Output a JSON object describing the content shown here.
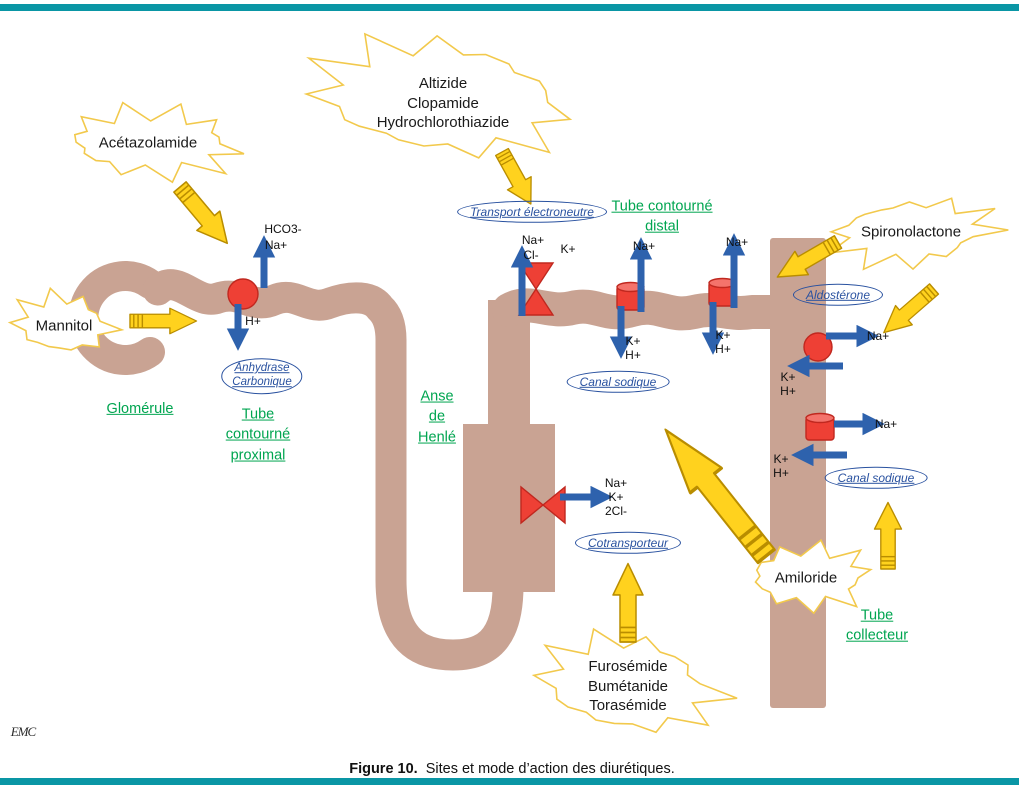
{
  "colors": {
    "teal": "#0a96a5",
    "nephron_tan": "#c9a393",
    "arrow_yellow": "#ffd21e",
    "ion_arrow_blue": "#2e62ad",
    "channel_red": "#ee4035",
    "segment_green": "#00a550",
    "mechanism_blue": "#2a52a0"
  },
  "drugs": {
    "acetazolamide": "Acétazolamide",
    "thiazide_1": "Altizide",
    "thiazide_2": "Clopamide",
    "thiazide_3": "Hydrochlorothiazide",
    "mannitol": "Mannitol",
    "spironolactone": "Spironolactone",
    "amiloride": "Amiloride",
    "loop_1": "Furosémide",
    "loop_2": "Bumétanide",
    "loop_3": "Torasémide"
  },
  "mechanisms": {
    "transport_electroneutre": "Transport électroneutre",
    "anhydrase_1": "Anhydrase",
    "anhydrase_2": "Carbonique",
    "canal_sodique": "Canal sodique",
    "aldosterone": "Aldostérone",
    "cotransporteur": "Cotransporteur"
  },
  "segments": {
    "glomerule": "Glomérule",
    "tcp_1": "Tube",
    "tcp_2": "contourné",
    "tcp_3": "proximal",
    "anse_1": "Anse",
    "anse_2": "de",
    "anse_3": "Henlé",
    "tcd_1": "Tube contourné",
    "tcd_2": "distal",
    "collecteur_1": "Tube",
    "collecteur_2": "collecteur"
  },
  "ions": {
    "hco3": "HCO3-",
    "na": "Na+",
    "h": "H+",
    "k": "K+",
    "cl": "Cl-",
    "cl2": "2Cl-"
  },
  "caption": {
    "label": "Figure 10.",
    "text": "Sites et mode d’action des diurétiques."
  },
  "logo": "EMC"
}
